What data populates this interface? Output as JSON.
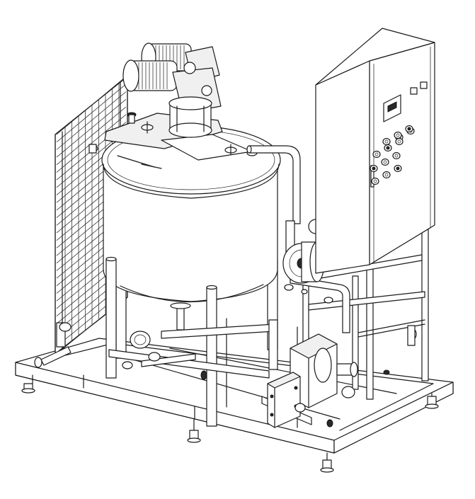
{
  "figure": {
    "kind": "technical line drawing",
    "colors": {
      "line": "#1a1a1a",
      "background": "#ffffff",
      "shade": "#7a7a7a"
    }
  },
  "components": [
    {
      "id": "tank",
      "icon": "jacketed-mixing-tank"
    },
    {
      "id": "agitator-motor",
      "icon": "motor-gearbox"
    },
    {
      "id": "control-cabinet",
      "icon": "electrical-cabinet"
    },
    {
      "id": "heat-exchanger",
      "icon": "grid-heat-exchanger"
    },
    {
      "id": "centrifugal-pump",
      "icon": "pump"
    },
    {
      "id": "lobe-pump",
      "icon": "pump"
    },
    {
      "id": "skid-frame",
      "icon": "base-frame"
    },
    {
      "id": "piping",
      "icon": "pipework"
    }
  ]
}
